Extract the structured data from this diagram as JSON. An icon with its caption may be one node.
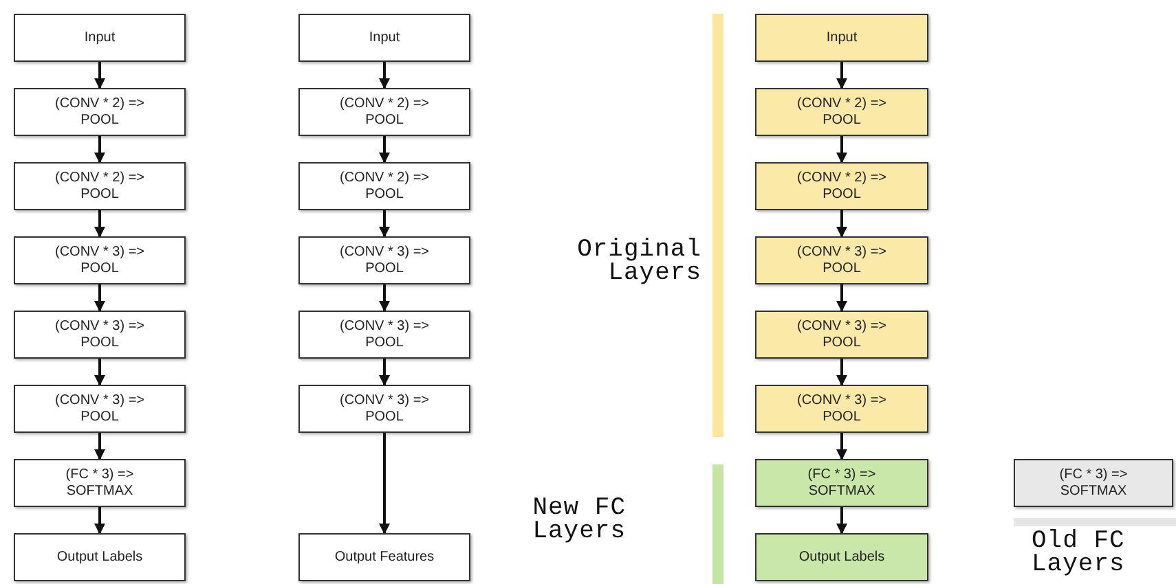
{
  "diagram": {
    "nodes": [
      {
        "text": [
          "Input"
        ]
      },
      {
        "text": [
          "(CONV * 2) => POOL"
        ]
      },
      {
        "text": [
          "(CONV * 2) => POOL"
        ]
      },
      {
        "text": [
          "(CONV * 3) => POOL"
        ]
      },
      {
        "text": [
          "(CONV * 3) => POOL"
        ]
      },
      {
        "text": [
          "(CONV * 3) => POOL"
        ]
      },
      {
        "text": [
          "(FC * 3) => SOFTMAX"
        ]
      },
      {
        "text": [
          "Output Labels"
        ]
      },
      {
        "text": [
          "Input"
        ]
      },
      {
        "text": [
          "(CONV * 2) => POOL"
        ]
      },
      {
        "text": [
          "(CONV * 2) => POOL"
        ]
      },
      {
        "text": [
          "(CONV * 3) => POOL"
        ]
      },
      {
        "text": [
          "(CONV * 3) => POOL"
        ]
      },
      {
        "text": [
          "(CONV * 3) => POOL"
        ]
      },
      {
        "text": [
          "Output Features"
        ]
      },
      {
        "text": [
          "Input"
        ]
      },
      {
        "text": [
          "(CONV * 2) => POOL"
        ]
      },
      {
        "text": [
          "(CONV * 2) => POOL"
        ]
      },
      {
        "text": [
          "(CONV * 3) => POOL"
        ]
      },
      {
        "text": [
          "(CONV * 3) => POOL"
        ]
      },
      {
        "text": [
          "(CONV * 3) => POOL"
        ]
      },
      {
        "text": [
          "(FC * 3) => SOFTMAX"
        ]
      },
      {
        "text": [
          "Output Labels"
        ]
      },
      {
        "text": [
          "(FC * 3) => SOFTMAX"
        ]
      }
    ],
    "edges": [
      {
        "from": 0,
        "to": 1,
        "arrow": "to"
      },
      {
        "from": 1,
        "to": 2,
        "arrow": "to"
      },
      {
        "from": 2,
        "to": 3,
        "arrow": "to"
      },
      {
        "from": 3,
        "to": 4,
        "arrow": "to"
      },
      {
        "from": 4,
        "to": 5,
        "arrow": "to"
      },
      {
        "from": 5,
        "to": 6,
        "arrow": "to"
      },
      {
        "from": 6,
        "to": 7,
        "arrow": "to"
      },
      {
        "from": 8,
        "to": 9,
        "arrow": "to"
      },
      {
        "from": 9,
        "to": 10,
        "arrow": "to"
      },
      {
        "from": 10,
        "to": 11,
        "arrow": "to"
      },
      {
        "from": 11,
        "to": 12,
        "arrow": "to"
      },
      {
        "from": 12,
        "to": 13,
        "arrow": "to"
      },
      {
        "from": 13,
        "to": 14,
        "arrow": "to"
      },
      {
        "from": 15,
        "to": 16,
        "arrow": "to"
      },
      {
        "from": 16,
        "to": 17,
        "arrow": "to"
      },
      {
        "from": 17,
        "to": 18,
        "arrow": "to"
      },
      {
        "from": 18,
        "to": 19,
        "arrow": "to"
      },
      {
        "from": 19,
        "to": 20,
        "arrow": "to"
      },
      {
        "from": 20,
        "to": 21,
        "arrow": "to"
      },
      {
        "from": 21,
        "to": 22,
        "arrow": "to"
      }
    ],
    "labels": [
      "Original Layers",
      "New FC Layers",
      "Old FC Layers"
    ]
  }
}
